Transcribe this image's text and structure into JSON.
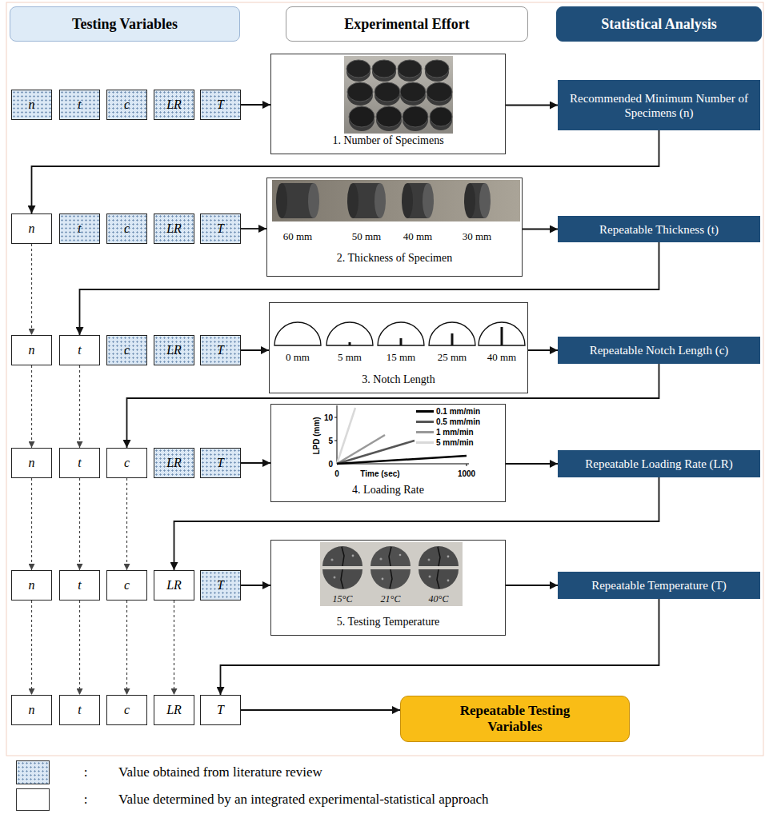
{
  "diagram": {
    "nodes": [
      {
        "text": [
          "Testing Variables"
        ]
      },
      {
        "text": [
          "Experimental Effort"
        ]
      },
      {
        "text": [
          "Statistical Analysis"
        ]
      },
      {
        "text": [
          "n"
        ]
      },
      {
        "text": [
          "t"
        ]
      },
      {
        "text": [
          "c"
        ]
      },
      {
        "text": [
          "LR"
        ]
      },
      {
        "text": [
          "T"
        ]
      },
      {
        "text": [
          "1. Number of Specimens"
        ]
      },
      {
        "text": [
          "Recommended Minimum Number of Specimens (n)"
        ]
      },
      {
        "text": [
          "n"
        ]
      },
      {
        "text": [
          "t"
        ]
      },
      {
        "text": [
          "c"
        ]
      },
      {
        "text": [
          "LR"
        ]
      },
      {
        "text": [
          "T"
        ]
      },
      {
        "text": [
          "2. Thickness of Specimen"
        ]
      },
      {
        "text": [
          "Repeatable Thickness (t)"
        ]
      },
      {
        "text": [
          "n"
        ]
      },
      {
        "text": [
          "t"
        ]
      },
      {
        "text": [
          "c"
        ]
      },
      {
        "text": [
          "LR"
        ]
      },
      {
        "text": [
          "T"
        ]
      },
      {
        "text": [
          "3. Notch Length"
        ]
      },
      {
        "text": [
          "Repeatable Notch Length (c)"
        ]
      },
      {
        "text": [
          "n"
        ]
      },
      {
        "text": [
          "t"
        ]
      },
      {
        "text": [
          "c"
        ]
      },
      {
        "text": [
          "LR"
        ]
      },
      {
        "text": [
          "T"
        ]
      },
      {
        "text": [
          "4. Loading Rate"
        ]
      },
      {
        "text": [
          "Repeatable Loading Rate (LR)"
        ]
      },
      {
        "text": [
          "n"
        ]
      },
      {
        "text": [
          "t"
        ]
      },
      {
        "text": [
          "c"
        ]
      },
      {
        "text": [
          "LR"
        ]
      },
      {
        "text": [
          "T"
        ]
      },
      {
        "text": [
          "5. Testing Temperature"
        ]
      },
      {
        "text": [
          "Repeatable Temperature (T)"
        ]
      },
      {
        "text": [
          "n"
        ]
      },
      {
        "text": [
          "t"
        ]
      },
      {
        "text": [
          "c"
        ]
      },
      {
        "text": [
          "LR"
        ]
      },
      {
        "text": [
          "T"
        ]
      },
      {
        "text": [
          "Repeatable Testing Variables"
        ]
      }
    ],
    "edges": [
      {
        "from": 7,
        "to": 8,
        "arrow": "to"
      },
      {
        "from": 8,
        "to": 9,
        "arrow": "to"
      },
      {
        "from": 9,
        "to": 10,
        "arrow": "to"
      },
      {
        "from": 10,
        "to": 17,
        "arrow": "to"
      },
      {
        "from": 14,
        "to": 15,
        "arrow": "to"
      },
      {
        "from": 15,
        "to": 16,
        "arrow": "to"
      },
      {
        "from": 16,
        "to": 18,
        "arrow": "to"
      },
      {
        "from": 17,
        "to": 24,
        "arrow": "to"
      },
      {
        "from": 18,
        "to": 25,
        "arrow": "to"
      },
      {
        "from": 21,
        "to": 22,
        "arrow": "to"
      },
      {
        "from": 22,
        "to": 23,
        "arrow": "to"
      },
      {
        "from": 23,
        "to": 26,
        "arrow": "to"
      },
      {
        "from": 24,
        "to": 31,
        "arrow": "to"
      },
      {
        "from": 25,
        "to": 32,
        "arrow": "to"
      },
      {
        "from": 26,
        "to": 33,
        "arrow": "to"
      },
      {
        "from": 28,
        "to": 29,
        "arrow": "to"
      },
      {
        "from": 29,
        "to": 30,
        "arrow": "to"
      },
      {
        "from": 30,
        "to": 34,
        "arrow": "to"
      },
      {
        "from": 31,
        "to": 38,
        "arrow": "to"
      },
      {
        "from": 32,
        "to": 39,
        "arrow": "to"
      },
      {
        "from": 33,
        "to": 40,
        "arrow": "to"
      },
      {
        "from": 34,
        "to": 41,
        "arrow": "to"
      },
      {
        "from": 35,
        "to": 36,
        "arrow": "to"
      },
      {
        "from": 36,
        "to": 37,
        "arrow": "to"
      },
      {
        "from": 37,
        "to": 42,
        "arrow": "to"
      },
      {
        "from": 42,
        "to": 43,
        "arrow": "to"
      }
    ],
    "labels": [
      "60 mm",
      "50 mm",
      "40 mm",
      "30 mm",
      "0 mm",
      "5 mm",
      "15 mm",
      "25 mm",
      "40 mm",
      "10",
      "5",
      "0",
      "LPD (mm)",
      "0",
      "Time (sec)",
      "1000",
      "15°C",
      "21°C",
      "40°C",
      ":",
      ":"
    ],
    "legend": [
      {
        "text": "0.1 mm/min"
      },
      {
        "text": "0.5 mm/min"
      },
      {
        "text": "1 mm/min"
      },
      {
        "text": "5 mm/min"
      },
      {
        "text": "Value obtained from literature review",
        "color": "#dbe8f5"
      },
      {
        "text": "Value determined by an integrated experimental-statistical approach",
        "color": "#ffffff"
      }
    ]
  }
}
